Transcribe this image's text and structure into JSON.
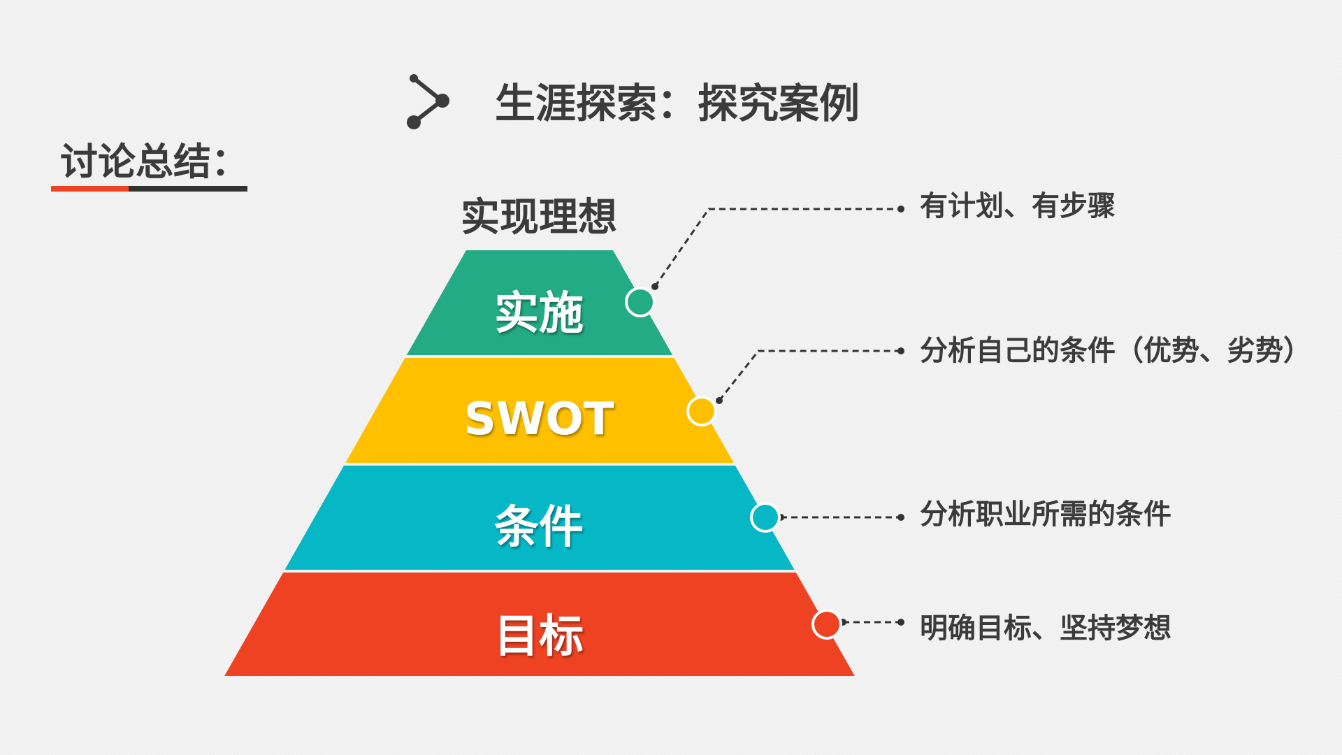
{
  "header": {
    "title": "生涯探索：探究案例",
    "icon": "share-network-icon"
  },
  "section_title": "讨论总结：",
  "pyramid": {
    "top_label": "实现理想",
    "layers": [
      {
        "label": "实施",
        "note": "有计划、有步骤",
        "color": "#22AB84"
      },
      {
        "label": "SWOT",
        "note": "分析自己的条件（优势、劣势）",
        "color": "#FFC000"
      },
      {
        "label": "条件",
        "note": "分析职业所需的条件",
        "color": "#06B8C6"
      },
      {
        "label": "目标",
        "note": "明确目标、坚持梦想",
        "color": "#EF4223"
      }
    ]
  },
  "colors": {
    "text": "#3b3b3b",
    "underline_accent": "#EF4223",
    "underline_dark": "#333333"
  }
}
